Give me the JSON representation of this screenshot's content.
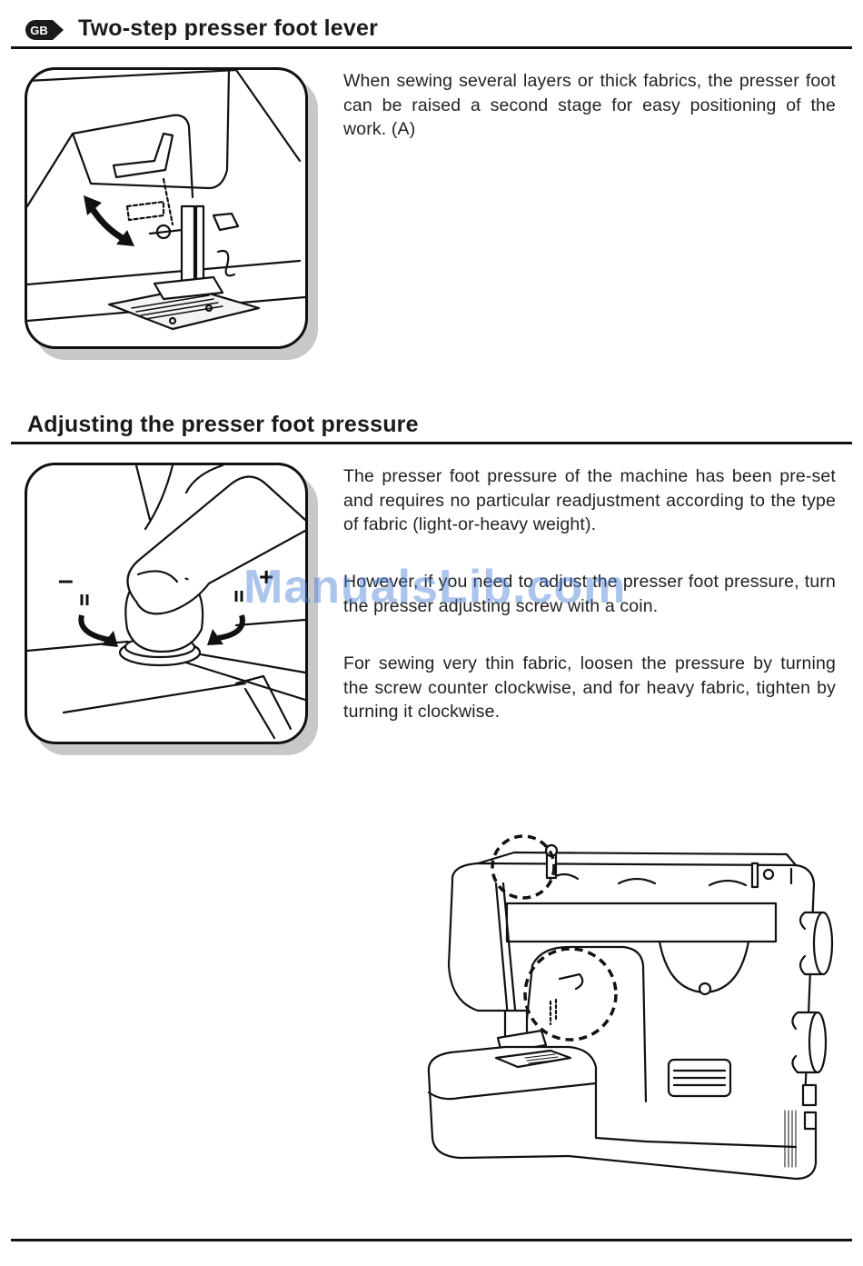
{
  "section1": {
    "badge": "GB",
    "title": "Two-step presser foot lever",
    "paragraph": "When sewing several layers or thick fabrics, the presser foot can be raised a second stage for easy positioning of the work. (A)"
  },
  "section2": {
    "title": "Adjusting the presser foot pressure",
    "paragraphs": [
      "The presser foot pressure of the machine has been pre-set and requires no particular readjustment according to the type of fabric (light-or-heavy weight).",
      "However, if you need to adjust the presser foot pressure, turn the presser adjusting screw with a coin.",
      "For sewing very thin fabric, loosen the pressure by turning the screw counter clockwise, and for heavy fabric, tighten by turning it clockwise."
    ],
    "figure_labels": {
      "minus": "–",
      "plus": "+"
    }
  },
  "watermark": "ManualsLib.com"
}
